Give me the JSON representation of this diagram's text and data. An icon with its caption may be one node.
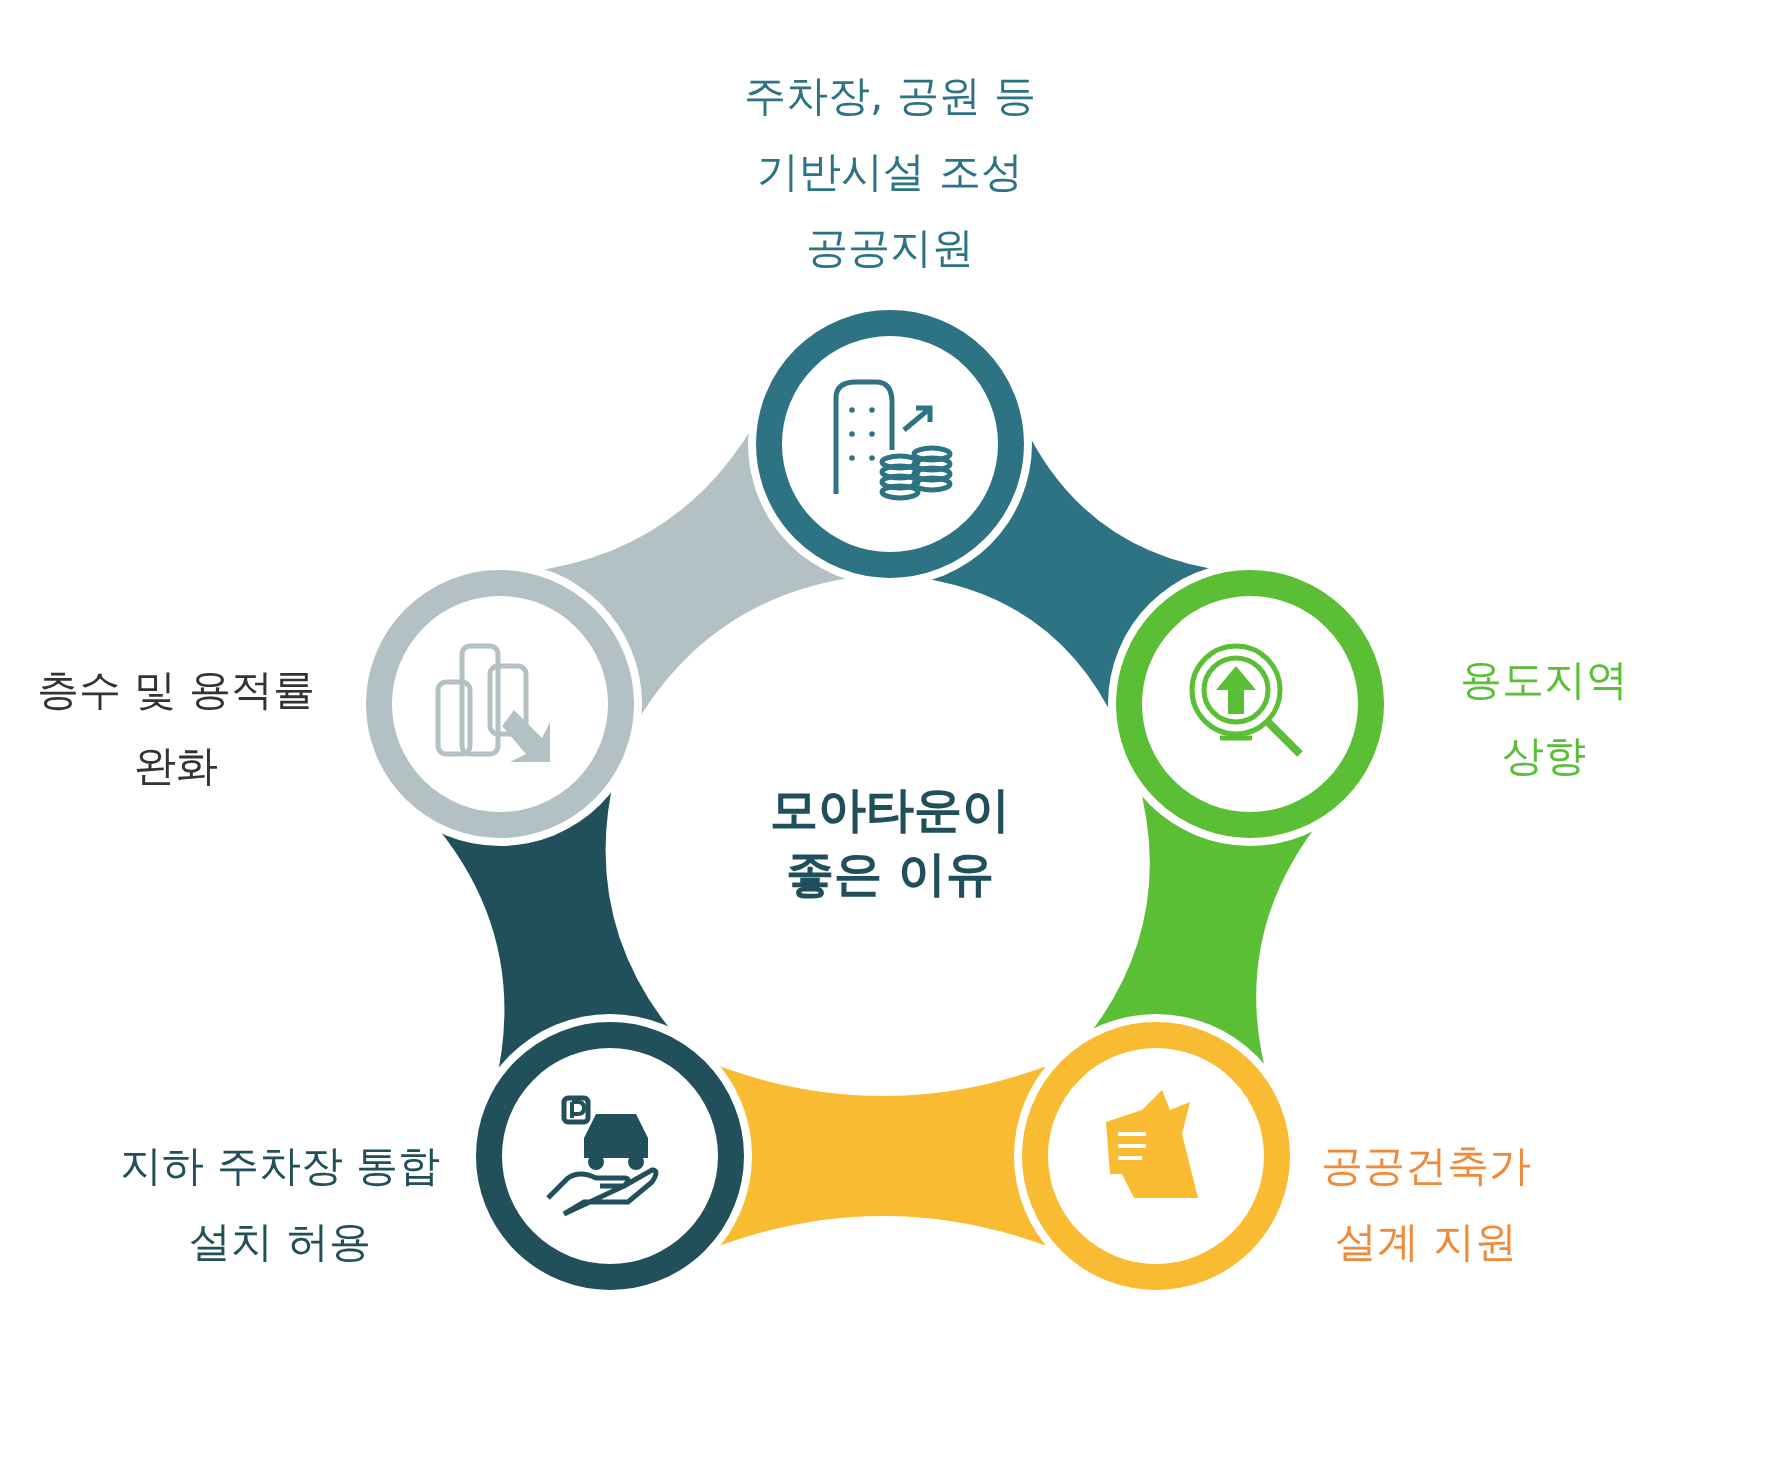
{
  "diagram": {
    "title": "모아타운이 좋은 이유",
    "nodes": [
      {
        "text": [],
        "shape": "circle",
        "beside": [
          "주차장, 공원 등 기반시설 조성 공공지원"
        ]
      },
      {
        "text": [],
        "shape": "circle",
        "beside": [
          "층수 및 용적률 완화"
        ]
      },
      {
        "text": [],
        "shape": "circle",
        "beside": [
          "용도지역 상향"
        ]
      },
      {
        "text": [],
        "shape": "circle",
        "beside": [
          "지하 주차장 통합 설치 허용"
        ]
      },
      {
        "text": [],
        "shape": "circle",
        "beside": [
          "공공건축가 설계 지원"
        ]
      }
    ],
    "edges": [
      {
        "from": 1,
        "to": 0,
        "arrow": "none",
        "style": "thick",
        "color": "#b3c1c4"
      },
      {
        "from": 0,
        "to": 2,
        "arrow": "none",
        "style": "thick",
        "color": "#2e7384"
      },
      {
        "from": 2,
        "to": 4,
        "arrow": "none",
        "style": "thick",
        "color": "#5abf34"
      },
      {
        "from": 4,
        "to": 3,
        "arrow": "none",
        "style": "thick",
        "color": "#f9bb31"
      },
      {
        "from": 3,
        "to": 1,
        "arrow": "none",
        "style": "thick",
        "color": "#214f5a"
      }
    ]
  }
}
